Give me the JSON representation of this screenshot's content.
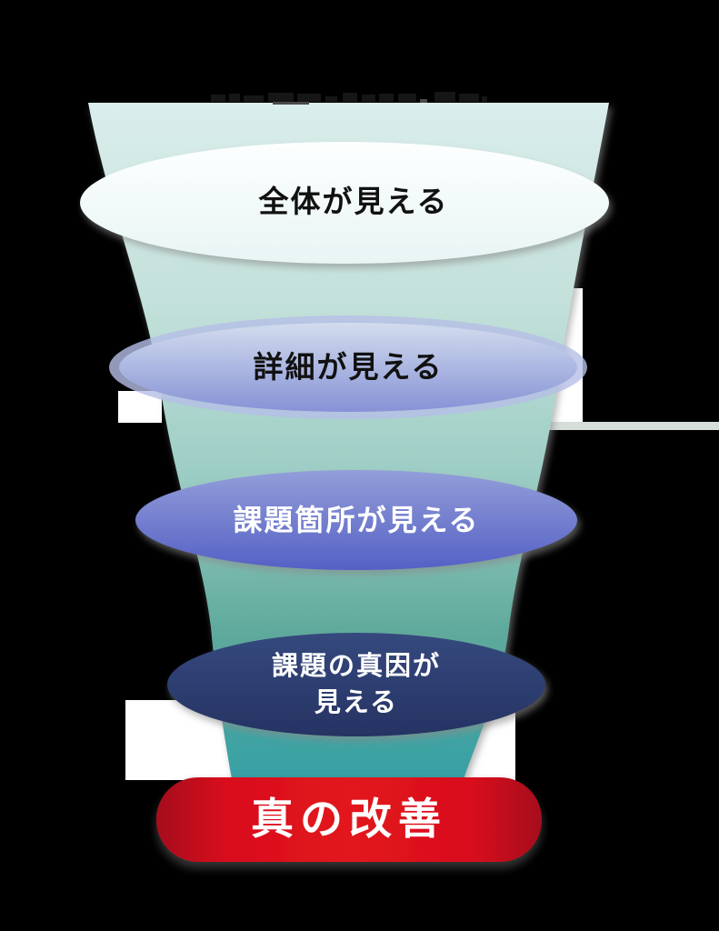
{
  "diagram": {
    "type": "funnel",
    "stages": [
      {
        "label": "全体が見える"
      },
      {
        "label": "詳細が見える"
      },
      {
        "label": "課題箇所が見える"
      },
      {
        "label": "課題の真因が見える",
        "lines": [
          "課題の真因が",
          "見える"
        ]
      }
    ],
    "result": {
      "label": "真の改善"
    }
  },
  "colors": {
    "background": "#000000",
    "funnel_top": "#daeeec",
    "funnel_mid1": "#c3e0da",
    "funnel_mid2": "#9ccdc4",
    "funnel_mid3": "#5faa9c",
    "funnel_bottom": "#36a0a4",
    "stage1_top": "#fdffff",
    "stage1_bottom": "#e8f5f4",
    "stage2_halo": "#b5bee6",
    "stage2_top": "#d2dcee",
    "stage2_bottom": "#8591d5",
    "stage3_top": "#939ed9",
    "stage3_bottom": "#5560c5",
    "stage4_top": "#35497e",
    "stage4_bottom": "#263363",
    "result_center": "#e2141f",
    "result_mid": "#d90f1f",
    "result_edge": "#a5101e",
    "stage_text_dark": "#111111",
    "stage_text_light": "#ffffff",
    "artifact_white": "#ffffff",
    "artifact_stripe": "#d6ded8"
  }
}
